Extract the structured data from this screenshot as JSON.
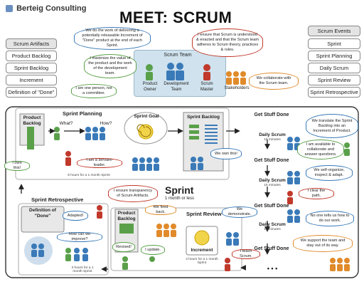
{
  "header": {
    "logo_text": "Berteig Consulting",
    "title": "MEET: SCRUM"
  },
  "left_buttons": [
    "Scrum Artifacts",
    "Product Backlog",
    "Sprint Backlog",
    "Increment",
    "Definition of \"Done\""
  ],
  "right_buttons": [
    "Scrum Events",
    "Sprint",
    "Sprint Planning",
    "Daily Scrum",
    "Sprint Review",
    "Sprint Retrospective"
  ],
  "scrum_team": {
    "label": "Scrum Team",
    "roles": [
      "Product Owner",
      "Development Team",
      "Scrum Master"
    ],
    "stakeholders": "Stakeholders",
    "bubbles": {
      "po_maximize": "I maximize the value of the product and the work of the development team.",
      "po_one": "I am one person, not a committee.",
      "dev_work": "We do the work of delivering a potentially releasable Increment of \"Done\" product at the end of each Sprint.",
      "sm_ensure": "I ensure that Scrum is understood & enacted and that the Scrum team adheres to Scrum theory, practices & rules.",
      "stake_collab": "We collaborate with the Scrum team."
    }
  },
  "planning": {
    "title": "Sprint Planning",
    "product_backlog": "Product Backlog",
    "what": "What?",
    "how": "How?",
    "sprint_goal": "Sprint Goal",
    "sprint_backlog": "Sprint Backlog",
    "own_this": "I own this!",
    "we_own_this": "We own this!",
    "servant_leader": "I am a servant-leader.",
    "timebox": "8 hours for a 1 month Sprint"
  },
  "daily": {
    "get_stuff_done": "Get Stuff Done",
    "daily_scrum": "Daily Scrum",
    "minutes": "15 minutes",
    "translate": "We translate the Sprint Backlog into an Increment of Product.",
    "available": "I am available to collaborate and answer questions.",
    "self_organize": "We self-organize, inspect & adapt.",
    "clear_path": "I clear the path.",
    "no_one": "No one tells us how to do our work.",
    "support": "We support the team and stay out of its way.",
    "ellipsis": "• • •"
  },
  "sprint": {
    "title": "Sprint",
    "subtitle": "1 month or less"
  },
  "review": {
    "title": "Sprint Review",
    "product_backlog": "Product Backlog",
    "revised": "Revised!",
    "feedback": "We feed back.",
    "demonstrate": "We demonstrate.",
    "update": "I update.",
    "teach": "I teach Scrum.",
    "increment": "Increment",
    "timebox": "4 hours for a 1 month Sprint",
    "transparency": "I ensure transparency of Scrum Artifacts."
  },
  "retro": {
    "title": "Sprint Retrospective",
    "dod": "Definition of \"Done\"",
    "adapted": "Adapted!",
    "improve": "How can we improve?",
    "timebox": "3 hours for a 1 month Sprint"
  },
  "colors": {
    "blue": "#3a7ab8",
    "green": "#5aa04a",
    "red": "#c0392b",
    "orange": "#e08a2a",
    "panel": "#cfe2ee",
    "yellow": "#f2d44b"
  }
}
